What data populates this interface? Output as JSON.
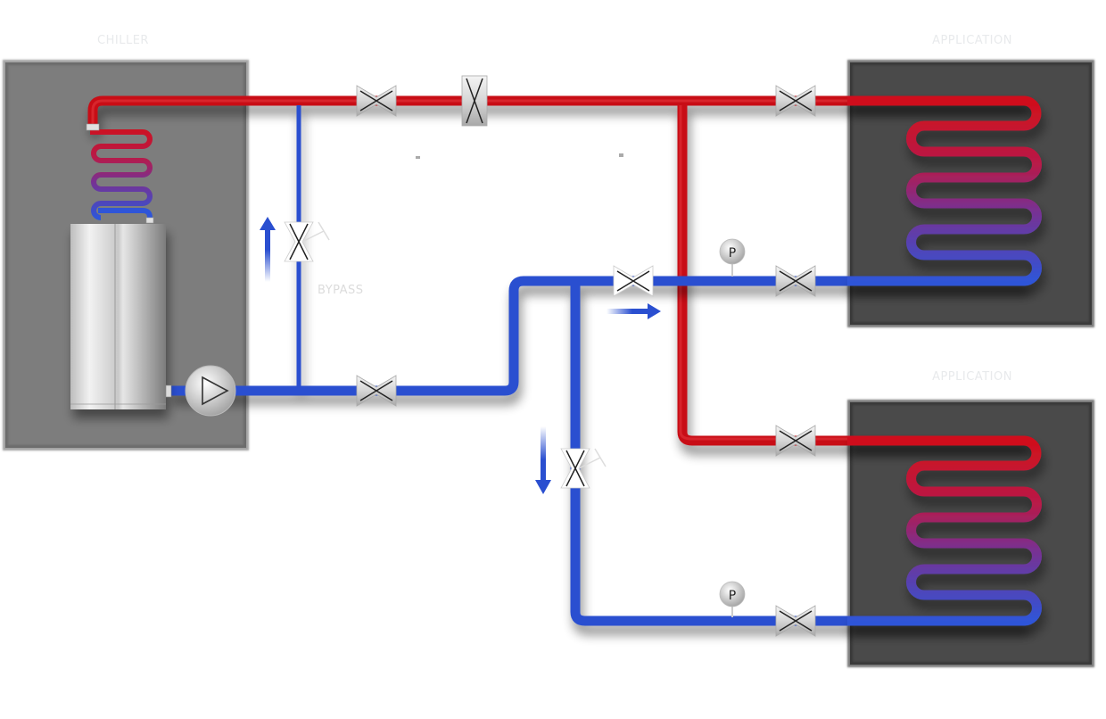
{
  "diagram": {
    "title": "Chiller cooling loop with bypass",
    "units": {
      "chiller": {
        "label": "CHILLER"
      },
      "application_1": {
        "label": "APPLICATION"
      },
      "application_2": {
        "label": "APPLICATION"
      }
    },
    "bypass_label": "BYPASS",
    "pressure_gauge_symbol": "P",
    "colors": {
      "supply_hot": "#c80a14",
      "return_cold": "#2a4fd0",
      "chiller_panel": "#7d7d7d",
      "application_panel": "#4a4a4a",
      "label_gray": "#e8eaec"
    },
    "components": [
      {
        "type": "pump",
        "icon": "pump-icon",
        "location": "chiller outlet"
      },
      {
        "type": "gate-valve",
        "icon": "valve-icon",
        "location": "supply main"
      },
      {
        "type": "strainer-valve",
        "icon": "valve-icon",
        "location": "supply main"
      },
      {
        "type": "gate-valve",
        "icon": "valve-icon",
        "location": "application 1 supply"
      },
      {
        "type": "gate-valve",
        "icon": "valve-icon",
        "location": "application 1 return"
      },
      {
        "type": "gate-valve",
        "icon": "valve-icon",
        "location": "application 2 supply"
      },
      {
        "type": "gate-valve",
        "icon": "valve-icon",
        "location": "application 2 return"
      },
      {
        "type": "gate-valve",
        "icon": "valve-icon",
        "location": "return main"
      },
      {
        "type": "gate-valve",
        "icon": "valve-icon",
        "location": "return branch"
      },
      {
        "type": "control-valve",
        "icon": "actuated-valve-icon",
        "location": "bypass"
      },
      {
        "type": "control-valve",
        "icon": "actuated-valve-icon",
        "location": "application 2 return branch"
      },
      {
        "type": "pressure-gauge",
        "icon": "pressure-gauge-icon",
        "location": "application 1 return"
      },
      {
        "type": "pressure-gauge",
        "icon": "pressure-gauge-icon",
        "location": "application 2 return"
      }
    ],
    "flow_arrows": [
      {
        "direction": "up",
        "location": "bypass"
      },
      {
        "direction": "right",
        "location": "return to application 1"
      },
      {
        "direction": "down",
        "location": "return to application 2"
      }
    ]
  }
}
